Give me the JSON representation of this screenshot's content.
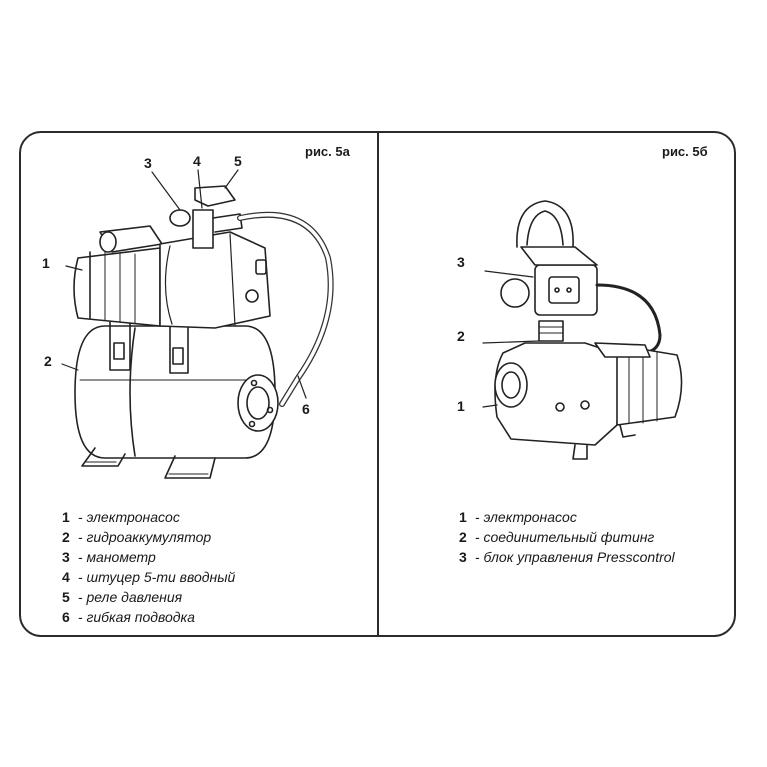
{
  "panel_a": {
    "label": "рис. 5а",
    "callouts": [
      "1",
      "2",
      "3",
      "4",
      "5",
      "6"
    ],
    "legend": [
      {
        "num": "1",
        "text": " - электронасос"
      },
      {
        "num": "2",
        "text": " - гидроаккумулятор"
      },
      {
        "num": "3",
        "text": " - манометр"
      },
      {
        "num": "4",
        "text": " - штуцер 5-ти вводный"
      },
      {
        "num": "5",
        "text": " - реле давления"
      },
      {
        "num": "6",
        "text": " - гибкая подводка"
      }
    ]
  },
  "panel_b": {
    "label": "рис. 5б",
    "callouts": [
      "3",
      "2",
      "1"
    ],
    "legend": [
      {
        "num": "1",
        "text": " - электронасос"
      },
      {
        "num": "2",
        "text": " - соединительный фитинг"
      },
      {
        "num": "3",
        "text": " - блок управления Presscontrol"
      }
    ]
  }
}
